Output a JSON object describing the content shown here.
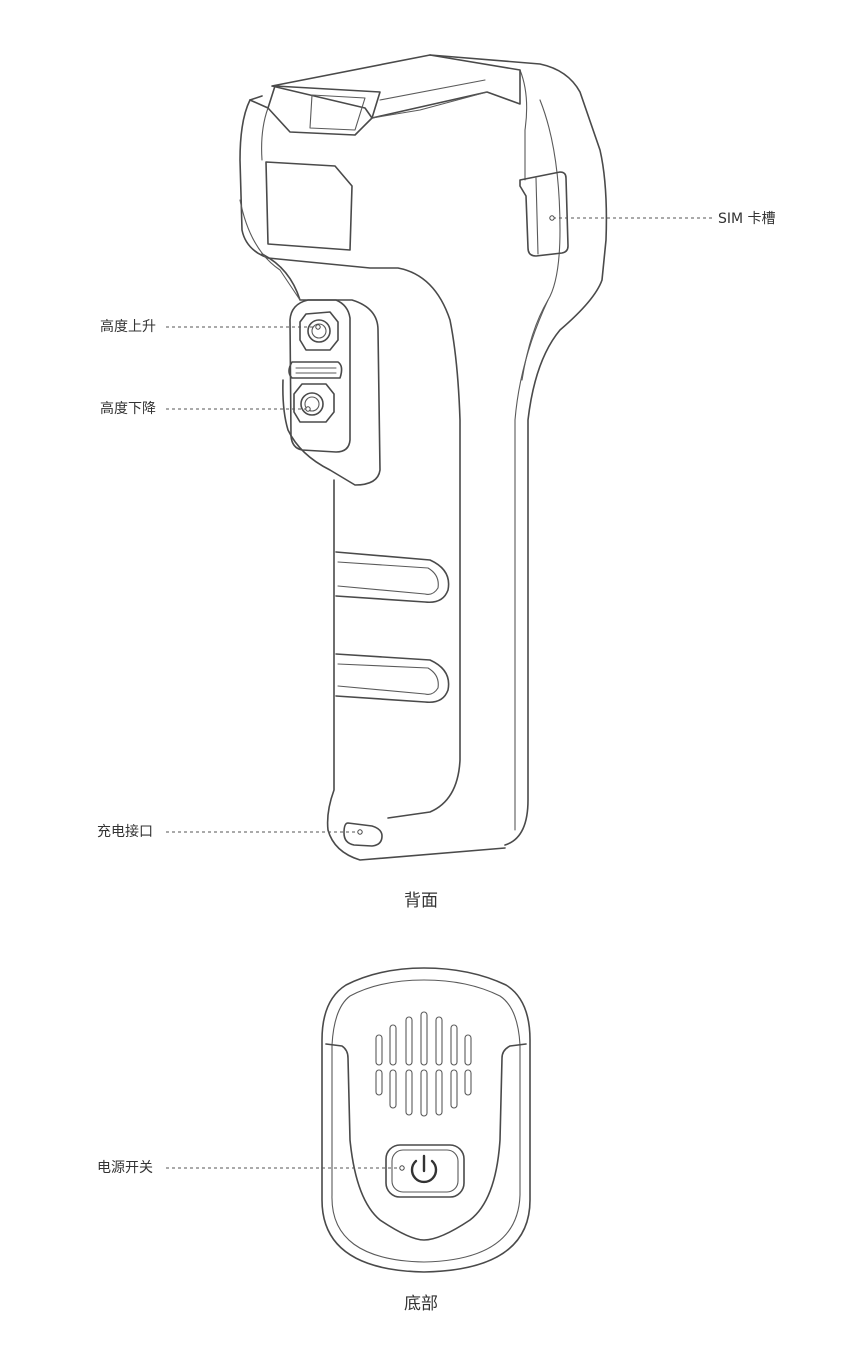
{
  "views": [
    {
      "caption": "背面"
    },
    {
      "caption": "底部"
    }
  ],
  "callouts": [
    {
      "key": "sim",
      "text": "SIM 卡槽"
    },
    {
      "key": "up",
      "text": "高度上升"
    },
    {
      "key": "down",
      "text": "高度下降"
    },
    {
      "key": "charge",
      "text": "充电接口"
    },
    {
      "key": "power",
      "text": "电源开关"
    }
  ]
}
